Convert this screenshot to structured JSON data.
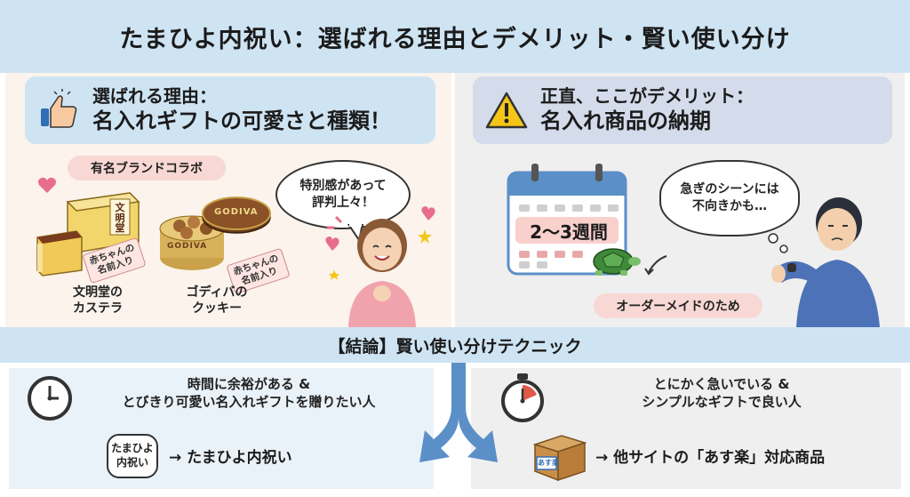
{
  "title": "たまひよ内祝い：選ばれる理由とデメリット・賢い使い分け",
  "left_section": {
    "heading_line1": "選ばれる理由：",
    "heading_line2": "名入れギフトの可愛さと種類！",
    "brand_pill": "有名ブランドコラボ",
    "tag_text": "赤ちゃんの\n名前入り",
    "product1_caption": "文明堂の\nカステラ",
    "product2_caption": "ゴディバの\nクッキー",
    "speech": "特別感があって\n評判上々！",
    "godiva_label": "GODIVA",
    "box_label": "文明堂"
  },
  "right_section": {
    "heading_line1": "正直、ここがデメリット：",
    "heading_line2": "名入れ商品の納期",
    "calendar_text": "2〜3週間",
    "thought": "急ぎのシーンには\n不向きかも…",
    "order_pill": "オーダーメイドのため"
  },
  "conclusion_title": "【結論】賢い使い分けテクニック",
  "bottom_left": {
    "text": "時間に余裕がある &\nとびきり可愛い名入れギフトを贈りたい人",
    "badge": "たまひよ\n内祝い",
    "result": "→ たまひよ内祝い"
  },
  "bottom_right": {
    "text": "とにかく急いでいる &\nシンプルなギフトで良い人",
    "box_label": "あす楽",
    "result": "→ 他サイトの「あす楽」対応商品"
  },
  "colors": {
    "header_blue": "#cfe4f3",
    "pink": "#f8d8d4",
    "warning_yellow": "#f5c518",
    "arrow_blue": "#5b8fc7"
  }
}
